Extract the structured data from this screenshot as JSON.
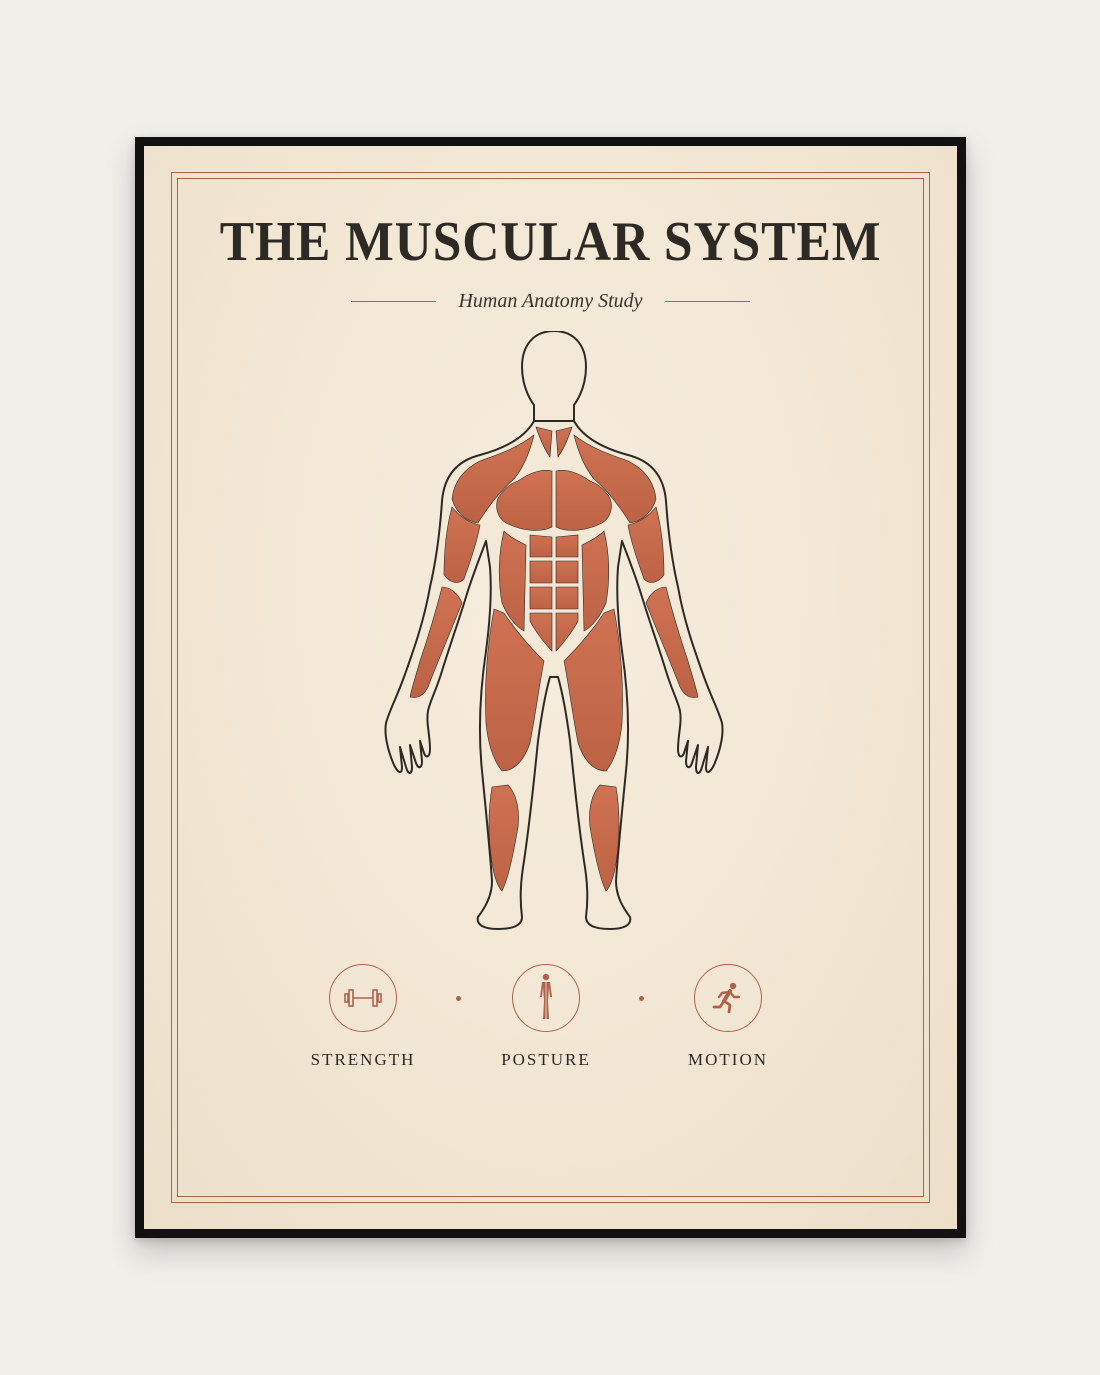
{
  "poster": {
    "title": "THE MUSCULAR SYSTEM",
    "subtitle": "Human Anatomy Study"
  },
  "features": [
    {
      "label": "STRENGTH",
      "icon": "dumbbell-icon"
    },
    {
      "label": "POSTURE",
      "icon": "standing-figure-icon"
    },
    {
      "label": "MOTION",
      "icon": "running-figure-icon"
    }
  ],
  "colors": {
    "frame": "#111111",
    "paper": "#f3e8d6",
    "accent": "#b0624a",
    "muscle": "#c86a4c",
    "ink": "#2d2a26",
    "background": "#f1efea"
  }
}
